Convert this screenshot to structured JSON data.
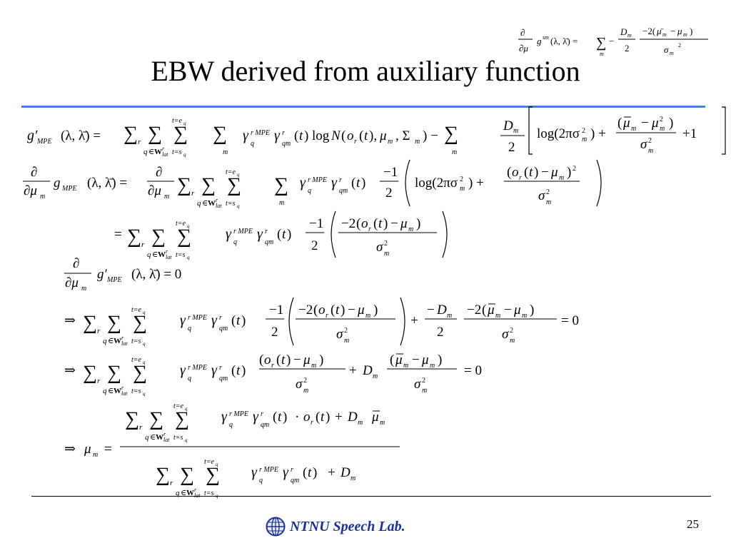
{
  "slide": {
    "title": "EBW derived from auxiliary function",
    "page_number": "25",
    "footer_text": "NTNU Speech Lab.",
    "footer_logo_icon": "ntnu-globe-logo-icon",
    "colors": {
      "rule": "#4a7fd6",
      "footer": "#1a2f9c"
    }
  },
  "equations": [
    "∂/∂μ g^sm(λ, λ̄) = Σ_m −(D_m/2) · (−2(μ̄_m − μ_m)) / σ_m²",
    "g′_MPE(λ, λ̄) = Σ_r Σ_{q∈W^r_lat} Σ_{t=s_q}^{t=e_q} Σ_m γ_q^{r MPE} γ_qm^r(t) log N(o_r(t), μ_m, Σ_m) − Σ_m (D_m/2) [ log(2πσ_m²) + (μ̄_m − μ_m²)/σ_m² + 1 ]",
    "∂/∂μ_m g_MPE(λ, λ̄) = ∂/∂μ_m Σ_r Σ_{q∈W^r_lat} Σ_{t=s_q}^{t=e_q} Σ_m γ_q^{r MPE} γ_qm^r(t) (−1/2) ( log(2πσ_m²) + (o_r(t) − μ_m)²/σ_m² )",
    "= Σ_r Σ_{q∈W^r_lat} Σ_{t=s_q}^{t=e_q} γ_q^{r MPE} γ_qm^r(t) (−1/2) ( −2(o_r(t) − μ_m)/σ_m² )",
    "∂/∂μ_m g′_MPE(λ, λ̄) = 0",
    "⇒ Σ_r Σ_{q∈W^r_lat} Σ_{t=s_q}^{t=e_q} γ_q^{r MPE} γ_qm^r(t) (−1/2) ( −2(o_r(t) − μ_m)/σ_m² ) + (−D_m/2) (−2(μ̄_m − μ_m))/σ_m² = 0",
    "⇒ Σ_r Σ_{q∈W^r_lat} Σ_{t=s_q}^{t=e_q} γ_q^{r MPE} γ_qm^r(t) (o_r(t) − μ_m)/σ_m² + D_m (μ̄_m − μ_m)/σ_m² = 0",
    "⇒ μ_m = [ Σ_r Σ_{q∈W^r_lat} Σ_{t=s_q}^{t=e_q} γ_q^{r MPE} γ_qm^r(t) · o_r(t) + D_m μ̄_m ] / [ Σ_r Σ_{q∈W^r_lat} Σ_{t=s_q}^{t=e_q} γ_q^{r MPE} γ_qm^r(t) + D_m ]"
  ]
}
